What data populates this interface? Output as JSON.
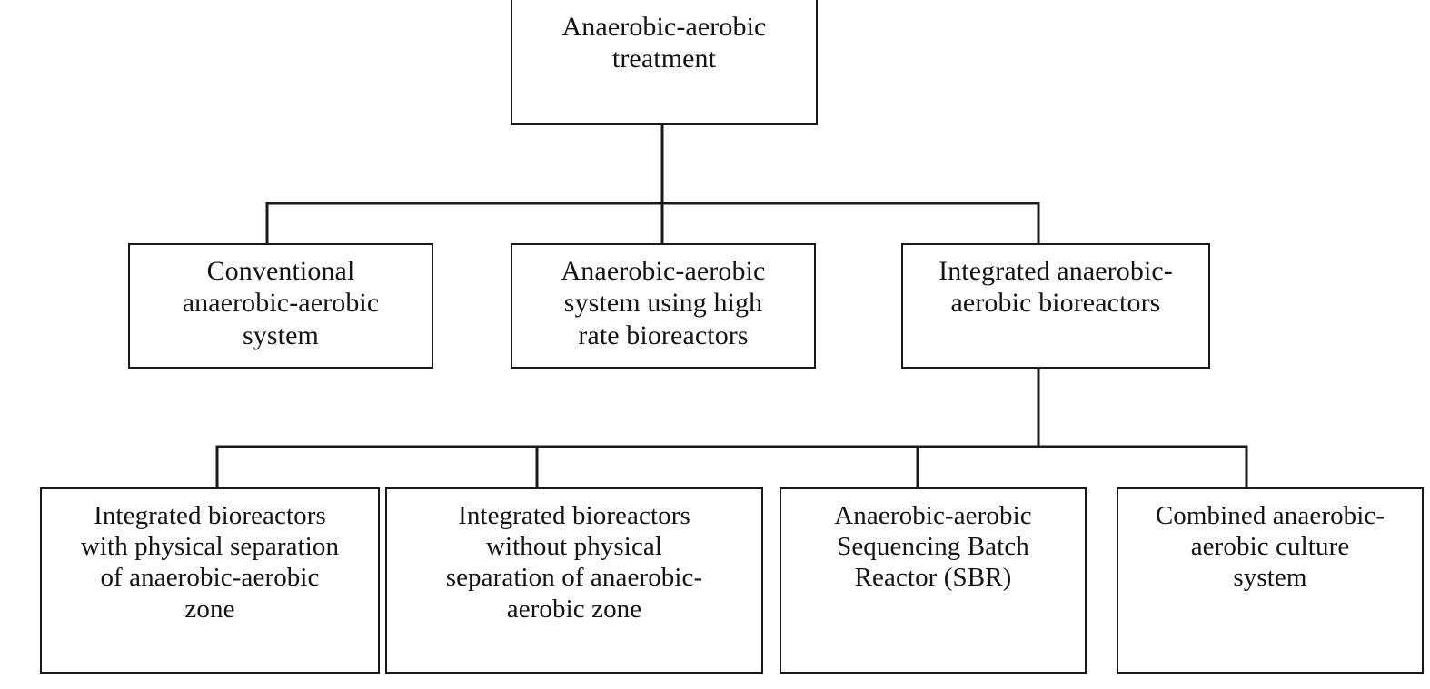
{
  "diagram": {
    "type": "hierarchy-tree",
    "orientation": "top-down",
    "background_color": "#ffffff",
    "line_color": "#1a1a1a",
    "text_color": "#141414",
    "levels": 3,
    "root": {
      "id": "root",
      "label": "Anaerobic-aerobic\ntreatment",
      "text_plain": "Anaerobic-aerobic treatment"
    },
    "level1": [
      {
        "id": "conventional-system",
        "label": "Conventional\nanaerobic-aerobic\nsystem",
        "text_plain": "Conventional anaerobic-aerobic system"
      },
      {
        "id": "high-rate-bioreactor-system",
        "label": "Anaerobic-aerobic\nsystem using high\nrate bioreactors",
        "text_plain": "Anaerobic-aerobic system using high rate bioreactors"
      },
      {
        "id": "integrated-bioreactors",
        "label": "Integrated anaerobic-\naerobic bioreactors",
        "text_plain": "Integrated anaerobic-aerobic bioreactors"
      }
    ],
    "level2": [
      {
        "id": "integrated-with-physical-separation",
        "label": "Integrated bioreactors\nwith physical separation\nof anaerobic-aerobic\nzone",
        "text_plain": "Integrated bioreactors with physical separation of anaerobic-aerobic zone"
      },
      {
        "id": "integrated-without-physical-separation",
        "label": "Integrated bioreactors\nwithout physical\nseparation of anaerobic-\naerobic zone",
        "text_plain": "Integrated bioreactors without physical separation of anaerobic-aerobic zone"
      },
      {
        "id": "anaerobic-aerobic-sbr",
        "label": "Anaerobic-aerobic\nSequencing Batch\nReactor (SBR)",
        "text_plain": "Anaerobic-aerobic Sequencing Batch Reactor (SBR)"
      },
      {
        "id": "combined-culture-system",
        "label": "Combined anaerobic-\naerobic culture\nsystem",
        "text_plain": "Combined anaerobic-aerobic culture system"
      }
    ]
  }
}
